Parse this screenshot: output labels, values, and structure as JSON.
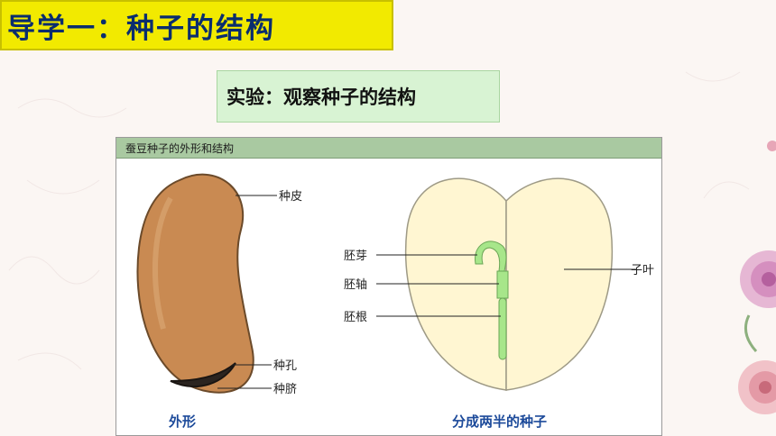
{
  "title": "导学一：种子的结构",
  "experiment": "实验：观察种子的结构",
  "figure": {
    "header": "蚕豆种子的外形和结构",
    "left_labels": {
      "seed_coat": "种皮",
      "micropyle": "种孔",
      "hilum": "种脐",
      "caption": "外形"
    },
    "right_labels": {
      "plumule": "胚芽",
      "hypocotyl": "胚轴",
      "radicle": "胚根",
      "cotyledon": "子叶",
      "caption": "分成两半的种子"
    }
  },
  "colors": {
    "title_bg": "#f2ea00",
    "title_text": "#0a2d6e",
    "exp_bg": "#d8f3d3",
    "seed_brown": "#c98a52",
    "cotyledon": "#fff6d2",
    "embryo": "#a7e68a",
    "caption_blue": "#1c4a9a"
  }
}
